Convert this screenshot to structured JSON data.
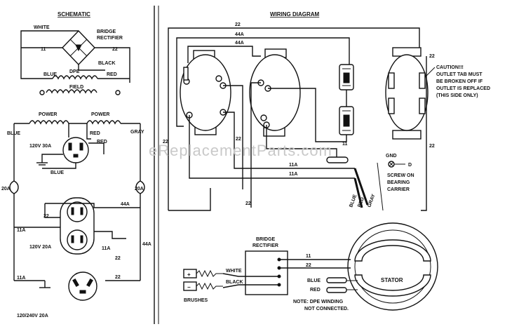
{
  "schematic": {
    "title": "SCHEMATIC",
    "labels": {
      "white": "WHITE",
      "bridge_rectifier": "BRIDGE\nRECTIFIER",
      "black": "BLACK",
      "n11": "11",
      "n22": "22",
      "blue": "BLUE",
      "dpe": "DPE",
      "red": "RED",
      "field": "FIELD",
      "power_left": "POWER",
      "power_right": "POWER",
      "red2": "RED",
      "gray": "GRAY",
      "blue2": "BLUE",
      "receptacle_30a": "120V 30A",
      "red3": "RED",
      "blue3": "BLUE",
      "fuse_left": "20A",
      "fuse_right": "20A",
      "n44a": "44A",
      "n22b": "22",
      "n11a": "11A",
      "receptacle_20a": "120V 20A",
      "n11a_b": "11A",
      "n22c": "22",
      "n44a_b": "44A",
      "n11a_c": "11A",
      "n22d": "22",
      "receptacle_240": "120/240V 20A"
    }
  },
  "wiring": {
    "title": "WIRING DIAGRAM",
    "labels": {
      "w22_top": "22",
      "w44a_1": "44A",
      "w44a_2": "44A",
      "w22_right": "22",
      "w22_left": "22",
      "w22_mid1": "22",
      "w22_mid2": "22",
      "w11": "11",
      "w11a_1": "11A",
      "w11a_2": "11A",
      "w22_far": "22",
      "caution": "CAUTION!!!\nOUTLET TAB MUST\nBE BROKEN OFF IF\nOUTLET IS REPLACED\n(THIS SIDE ONLY)",
      "gnd": "GND",
      "d": "D",
      "screw": "SCREW ON\nBEARING\nCARRIER",
      "gray": "GRAY",
      "red": "RED",
      "blue": "BLUE",
      "bridge_rectifier": "BRIDGE\nRECTIFIER",
      "w11_b": "11",
      "w22_b": "22",
      "white": "WHITE",
      "black": "BLACK",
      "plus": "+",
      "minus": "−",
      "brushes": "BRUSHES",
      "stator": "STATOR",
      "blue_b": "BLUE",
      "red_b": "RED",
      "note": "NOTE: DPE WINDING\nNOT CONNECTED."
    }
  },
  "watermark": "eReplacementParts.com",
  "colors": {
    "ink": "#111111",
    "background": "#ffffff",
    "watermark": "#c9c9c9"
  }
}
